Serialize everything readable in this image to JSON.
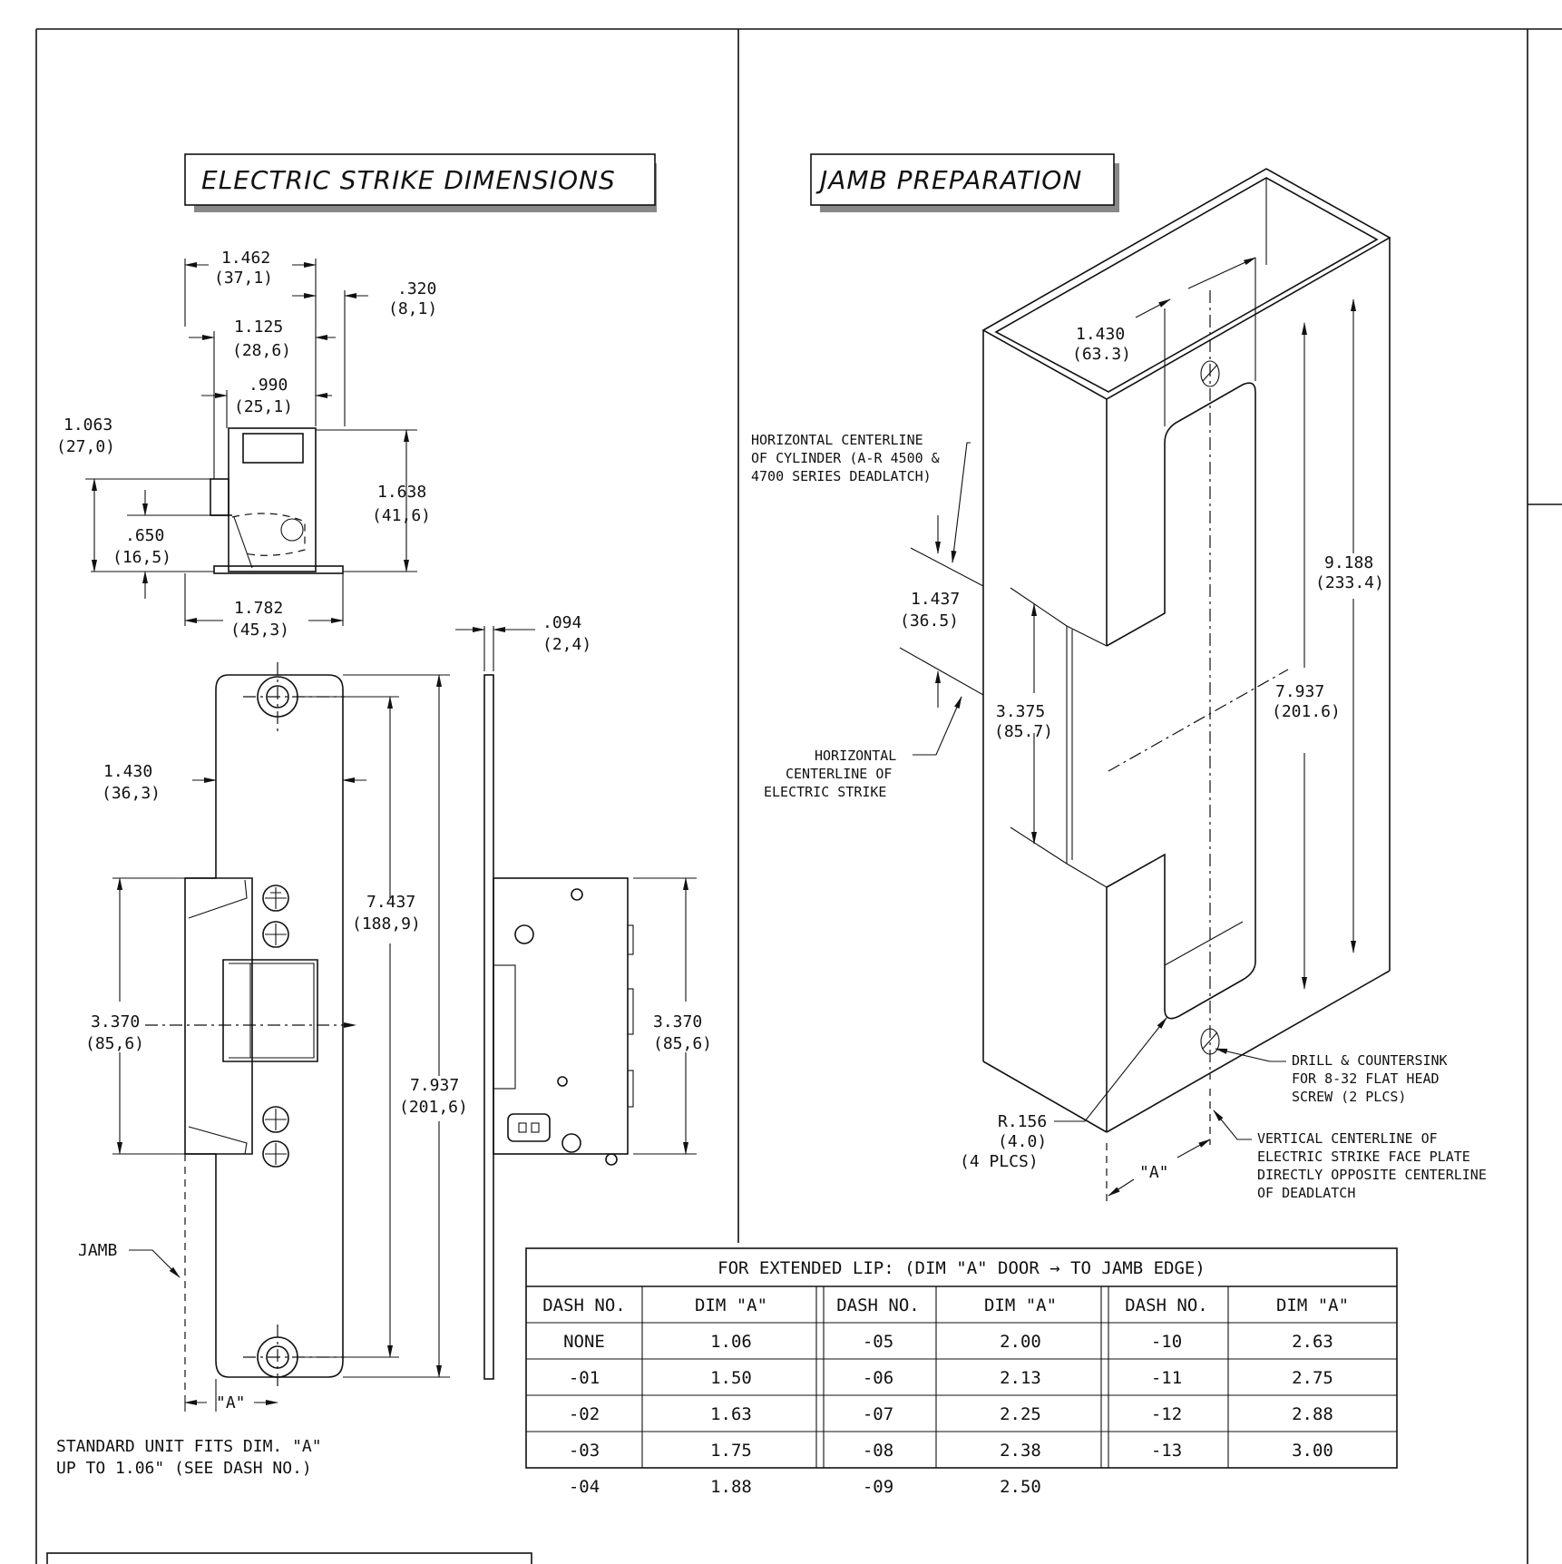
{
  "titles": {
    "strike": "ELECTRIC STRIKE DIMENSIONS",
    "jamb": "JAMB PREPARATION"
  },
  "dims": {
    "d1462": "1.462",
    "m371": "(37,1)",
    "d320": ".320",
    "m81": "(8,1)",
    "d1125": "1.125",
    "m286": "(28,6)",
    "d990": ".990",
    "m251": "(25,1)",
    "d1063": "1.063",
    "m270": "(27,0)",
    "d1638": "1.638",
    "m416": "(41,6)",
    "d650": ".650",
    "m165": "(16,5)",
    "d1782": "1.782",
    "m453": "(45,3)",
    "d094": ".094",
    "m24": "(2,4)",
    "d1430": "1.430",
    "m363": "(36,3)",
    "d7437": "7.437",
    "m1889": "(188,9)",
    "d3370": "3.370",
    "m856": "(85,6)",
    "d7937": "7.937",
    "m2016": "(201,6)",
    "d3370b": "3.370",
    "m856b": "(85,6)",
    "jamb": "JAMB",
    "a": "\"A\"",
    "std1": "STANDARD UNIT FITS DIM. \"A\"",
    "std2": "UP TO 1.06\" (SEE DASH NO.)"
  },
  "jamb": {
    "d1430": "1.430",
    "m633": "(63.3)",
    "hc1": "HORIZONTAL CENTERLINE",
    "hc2": "OF CYLINDER (A-R 4500 &",
    "hc3": "4700 SERIES DEADLATCH)",
    "d1437": "1.437",
    "m365": "(36.5)",
    "d3375": "3.375",
    "m857": "(85.7)",
    "he1": "HORIZONTAL",
    "he2": "CENTERLINE OF",
    "he3": "ELECTRIC STRIKE",
    "d9188": "9.188",
    "m2334": "(233.4)",
    "d7937": "7.937",
    "m2016": "(201.6)",
    "r156": "R.156",
    "m40": "(4.0)",
    "plcs": "(4 PLCS)",
    "dr1": "DRILL & COUNTERSINK",
    "dr2": "FOR 8-32 FLAT HEAD",
    "dr3": "SCREW (2 PLCS)",
    "vc1": "VERTICAL CENTERLINE OF",
    "vc2": "ELECTRIC STRIKE FACE PLATE",
    "vc3": "DIRECTLY OPPOSITE CENTERLINE",
    "vc4": "OF DEADLATCH",
    "a": "\"A\""
  },
  "table": {
    "caption": "FOR EXTENDED LIP: (DIM \"A\" DOOR → TO JAMB EDGE)",
    "headers": [
      "DASH NO.",
      "DIM \"A\"",
      "DASH NO.",
      "DIM \"A\"",
      "DASH NO.",
      "DIM \"A\""
    ],
    "rows": [
      [
        "NONE",
        "1.06",
        "-05",
        "2.00",
        "-10",
        "2.63"
      ],
      [
        "-01",
        "1.50",
        "-06",
        "2.13",
        "-11",
        "2.75"
      ],
      [
        "-02",
        "1.63",
        "-07",
        "2.25",
        "-12",
        "2.88"
      ],
      [
        "-03",
        "1.75",
        "-08",
        "2.38",
        "-13",
        "3.00"
      ],
      [
        "-04",
        "1.88",
        "-09",
        "2.50",
        "",
        ""
      ]
    ]
  }
}
